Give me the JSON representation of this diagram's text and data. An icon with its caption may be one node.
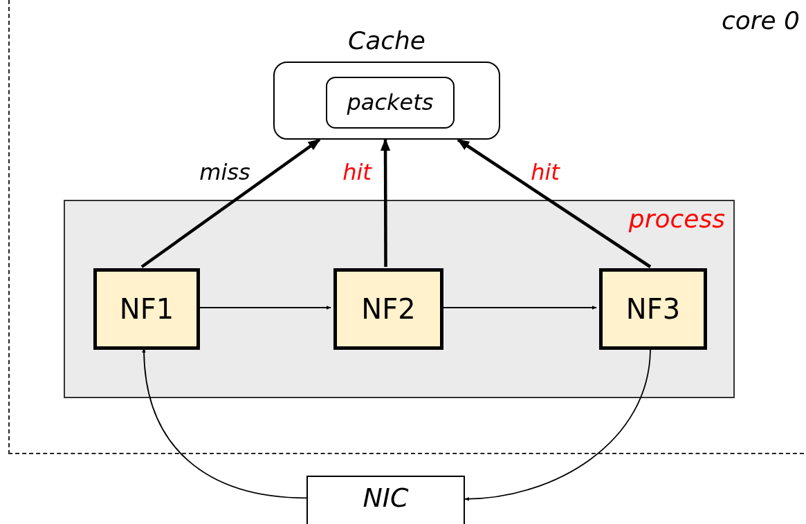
{
  "diagram": {
    "nodes": [
      {
        "text": [
          "core 0"
        ]
      },
      {
        "text": [
          "Cache"
        ],
        "in": 0
      },
      {
        "text": [
          "packets"
        ],
        "in": 1
      },
      {
        "text": [
          "process"
        ],
        "in": 0
      },
      {
        "text": [
          "NF1"
        ],
        "in": 3
      },
      {
        "text": [
          "NF2"
        ],
        "in": 3
      },
      {
        "text": [
          "NF3"
        ],
        "in": 3
      },
      {
        "text": [
          "NIC"
        ]
      }
    ],
    "edges": [
      {
        "from": 4,
        "to": 1,
        "arrow": "to",
        "label": "miss",
        "style": "thick"
      },
      {
        "from": 5,
        "to": 1,
        "arrow": "to",
        "label": "hit",
        "style": "thick"
      },
      {
        "from": 6,
        "to": 1,
        "arrow": "to",
        "label": "hit",
        "style": "thick"
      },
      {
        "from": 4,
        "to": 5,
        "arrow": "to"
      },
      {
        "from": 5,
        "to": 6,
        "arrow": "to"
      },
      {
        "from": 7,
        "to": 4,
        "arrow": "to"
      },
      {
        "from": 6,
        "to": 7,
        "arrow": "to"
      }
    ]
  }
}
